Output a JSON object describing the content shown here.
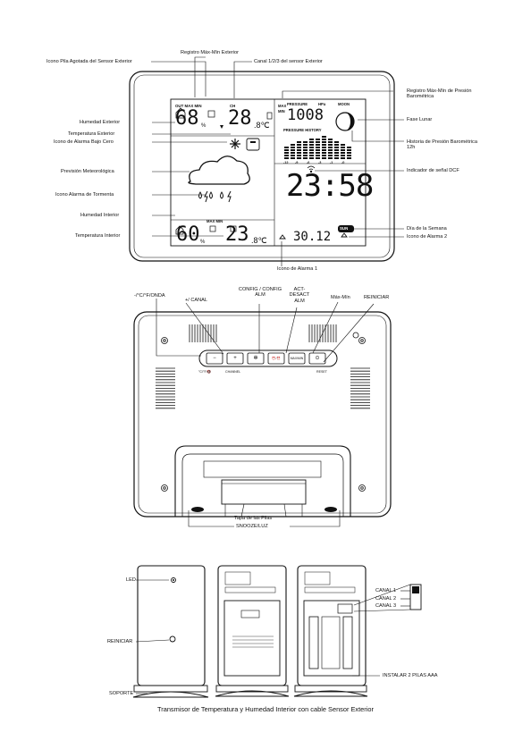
{
  "front": {
    "labels": {
      "registro_max_min_exterior": "Registro Máx-Mín Exterior",
      "icono_pila": "Icono Pila Agotada del Sensor Exterior",
      "canal_sensor": "Canal 1/2/3 del sensor Exterior",
      "registro_presion": "Registro Máx-Mín de Presión Barométrica",
      "humedad_exterior": "Humedad Exterior",
      "temperatura_exterior": "Temperatura Exterior",
      "alarma_bajo_cero": "Icono de Alarma Bajo Cero",
      "fase_lunar": "Fase Lunar",
      "historia_presion": "Historia de Presión Barométrica 12h",
      "prevision": "Previsión Meteorológica",
      "indicador_dcf": "Indicador de señal DCF",
      "alarma_tormenta": "Icono Alarma de Tormenta",
      "dia_semana": "Día de la Semana",
      "humedad_interior": "Humedad Interior",
      "icono_alarma_2": "Icono de Alarma 2",
      "temperatura_interior": "Temperatura Interior",
      "icono_alarma_1": "Icono de Alarma 1"
    },
    "lcd": {
      "out_humidity": "68",
      "out_temp": "28",
      "out_temp_dec": ".8℃",
      "pressure": "1008",
      "time": "23:58",
      "in_humidity": "60",
      "in_temp": "23",
      "in_temp_dec": ".8℃",
      "date": "30.12",
      "tag_max": "MAX",
      "tag_min": "MIN",
      "tag_pressure": "PRESSURE",
      "tag_hpa": "HPa",
      "tag_moon": "MOON",
      "tag_pressure_history": "PRESSURE HISTORY",
      "tag_ch": "CH",
      "tag_out_maxmin": "OUT MAX MIN",
      "tag_in_maxmin": "MAX MIN",
      "tag_day": "SUN",
      "pct": "%",
      "hist_ticks": [
        "-12",
        "-9",
        "-6",
        "-3",
        "-1",
        "-0"
      ]
    }
  },
  "back": {
    "labels": {
      "onda": "-/°C/°F/ONDA",
      "canal": "+/ CANAL",
      "config": "CONFIG / CONFIG ALM",
      "act": "ACT-DESACT ALM",
      "maxmin": "Máx-Mín",
      "reiniciar": "REINICIAR",
      "tapa": "Tapa de las Pilas",
      "snooze": "SNOOZE/LUZ"
    },
    "buttons": [
      "−",
      "+",
      "✻",
      "⏰/⏰",
      "MAX/MIN",
      "⊙"
    ],
    "small_text": {
      "unit": "°C/°F/🔇",
      "channel": "CHANNEL",
      "reset": "RESET"
    }
  },
  "transmitter": {
    "labels": {
      "led": "LED",
      "reiniciar": "REINICIAR",
      "soporte": "SOPORTE",
      "canal_1": "CANAL 1",
      "canal_2": "CANAL 2",
      "canal_3": "CANAL 3",
      "instalar": "INSTALAR 2 PILAS AAA"
    },
    "caption": "Transmisor de Temperatura y Humedad Interior con cable Sensor Exterior"
  }
}
